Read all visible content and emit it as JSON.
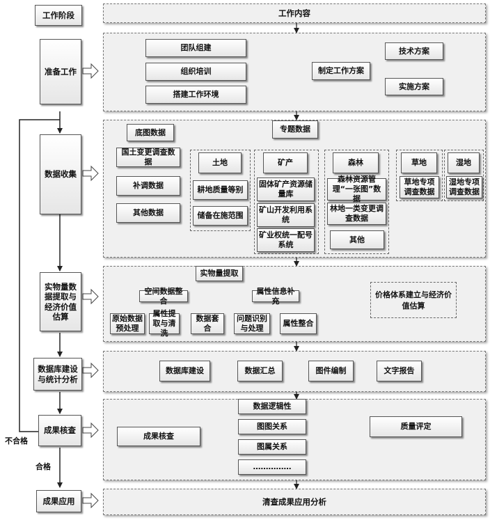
{
  "header": {
    "stage": "工作阶段",
    "content": "工作内容"
  },
  "prep": {
    "stage": "准备工作",
    "items": [
      "团队组建",
      "组织培训",
      "搭建工作环境"
    ],
    "plan": "制定工作方案",
    "plan_children": [
      "技术方案",
      "实施方案"
    ]
  },
  "collect": {
    "stage": "数据收集",
    "base_title": "底图数据",
    "base_items": [
      "国土变更调查数据",
      "补调数据",
      "其他数据"
    ],
    "thematic_title": "专题数据",
    "land": {
      "title": "土地",
      "items": [
        "耕地质量等别",
        "储备在施范围"
      ]
    },
    "mineral": {
      "title": "矿产",
      "items": [
        "固体矿产资源储量库",
        "矿山开发利用系统",
        "矿业权统一配号系统"
      ]
    },
    "forest": {
      "title": "森林",
      "items": [
        "森林资源管理“一张图”数据",
        "林地一类变更调查数据",
        "其他"
      ]
    },
    "grass": {
      "title": "草地",
      "items": [
        "草地专项调查数据"
      ]
    },
    "wetland": {
      "title": "湿地",
      "items": [
        "湿地专项调查数据"
      ]
    }
  },
  "extract": {
    "stage": "实物量数据提取与经济价值估算",
    "title": "实物量提取",
    "spatial": "空间数据整合",
    "attr_supp": "属性信息补充",
    "steps": [
      "原始数据预处理",
      "属性提取与清洗",
      "数据套合",
      "问题识别与处理",
      "属性整合"
    ],
    "price": "价格体系建立与经济价值估算"
  },
  "db": {
    "stage": "数据库建设与统计分析",
    "items": [
      "数据库建设",
      "数据汇总",
      "图件编制",
      "文字报告"
    ]
  },
  "check": {
    "stage": "成果核查",
    "title": "成果核查",
    "items": [
      "数据逻辑性",
      "图图关系",
      "图属关系",
      "……………"
    ],
    "quality": "质量评定",
    "fail_label": "不合格",
    "pass_label": "合格"
  },
  "apply": {
    "stage": "成果应用",
    "content": "清查成果应用分析"
  }
}
